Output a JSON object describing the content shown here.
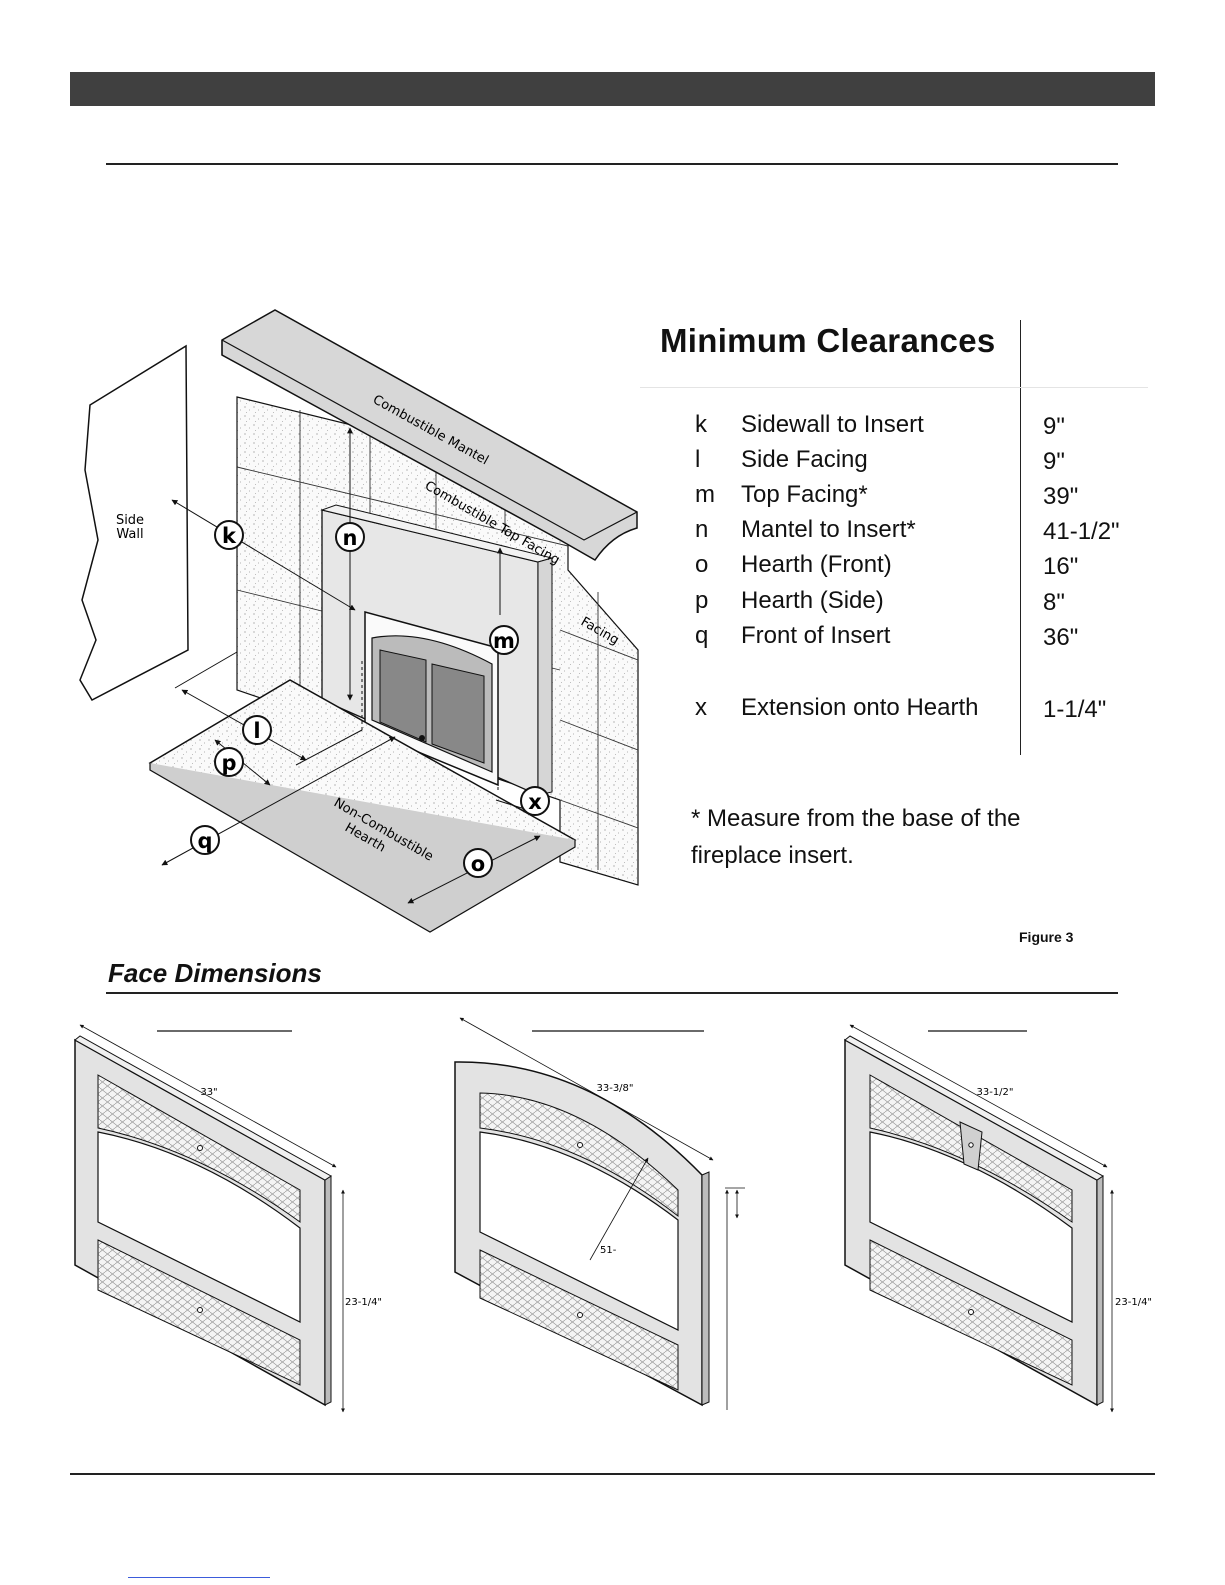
{
  "clearances": {
    "title": "Minimum Clearances",
    "rows": [
      {
        "key": "k",
        "label": "Sidewall to Insert",
        "value": "9\""
      },
      {
        "key": "l",
        "label": "Side Facing",
        "value": "9\""
      },
      {
        "key": "m",
        "label": "Top Facing*",
        "value": "39\""
      },
      {
        "key": "n",
        "label": "Mantel to Insert*",
        "value": "41-1/2\""
      },
      {
        "key": "o",
        "label": "Hearth (Front)",
        "value": "16\""
      },
      {
        "key": "p",
        "label": "Hearth (Side)",
        "value": "8\""
      },
      {
        "key": "q",
        "label": "Front of Insert",
        "value": "36\""
      },
      {
        "key": "x",
        "label": "Extension onto Hearth",
        "value": "1-1/4\""
      }
    ],
    "footnote": "* Measure from the base of the fireplace insert."
  },
  "diagram": {
    "labels": {
      "side_wall": "Side Wall",
      "combustible_mantel": "Combustible Mantel",
      "combustible_top_facing": "Combustible Top Facing",
      "facing": "Facing",
      "non_combustible_hearth": "Non-Combustible Hearth"
    },
    "callouts": {
      "k": "k",
      "l": "l",
      "m": "m",
      "n": "n",
      "o": "o",
      "p": "p",
      "q": "q",
      "x": "x"
    }
  },
  "figure_label": "Figure 3",
  "face_dimensions": {
    "heading": "Face Dimensions",
    "faces": [
      {
        "width": "33\"",
        "height": "23-1/4\""
      },
      {
        "width": "33-3/8\"",
        "radius": "51-"
      },
      {
        "width": "33-1/2\"",
        "height": "23-1/4\""
      }
    ]
  }
}
